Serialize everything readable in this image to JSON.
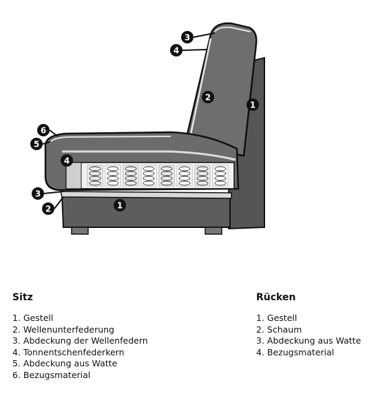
{
  "diagram": {
    "markers": [
      {
        "id": "seat-frame",
        "num": "1"
      },
      {
        "id": "back-frame",
        "num": "1"
      },
      {
        "id": "back-foam",
        "num": "2"
      },
      {
        "id": "seat-wave-springs",
        "num": "2"
      },
      {
        "id": "back-wadding",
        "num": "3"
      },
      {
        "id": "seat-spring-cover",
        "num": "3"
      },
      {
        "id": "back-upholstery",
        "num": "4"
      },
      {
        "id": "seat-pocket-springs",
        "num": "4"
      },
      {
        "id": "seat-wadding",
        "num": "5"
      },
      {
        "id": "seat-upholstery",
        "num": "6"
      }
    ]
  },
  "sitz": {
    "title": "Sitz",
    "items": [
      "1. Gestell",
      "2. Wellenunterfederung",
      "3. Abdeckung der Wellenfedern",
      "4. Tonnentschenfederkern",
      "5. Abdeckung aus Watte",
      "6. Bezugsmaterial"
    ]
  },
  "ruecken": {
    "title": "Rücken",
    "items": [
      "1. Gestell",
      "2. Schaum",
      "3. Abdeckung aus Watte",
      "4. Bezugsmaterial"
    ]
  },
  "colors": {
    "frame": "#5a5a5a",
    "cushion": "#6b6b6b",
    "dark": "#111111",
    "light": "#dcdcdc"
  }
}
